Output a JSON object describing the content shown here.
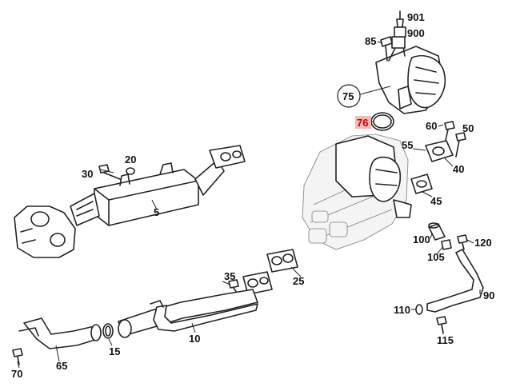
{
  "diagram": {
    "labels": {
      "l901": "901",
      "l900": "900",
      "l85": "85",
      "l75": "75",
      "l76": "76",
      "l60": "60",
      "l50": "50",
      "l55": "55",
      "l40": "40",
      "l45": "45",
      "l20": "20",
      "l30": "30",
      "l5": "5",
      "l100": "100",
      "l120": "120",
      "l105": "105",
      "l25": "25",
      "l35": "35",
      "l90": "90",
      "l110": "110",
      "l115": "115",
      "l10": "10",
      "l15": "15",
      "l70": "70",
      "l65": "65"
    },
    "highlighted_part": "76",
    "highlight_color": "#f5b6b6",
    "highlight_text_color": "#c00000"
  }
}
